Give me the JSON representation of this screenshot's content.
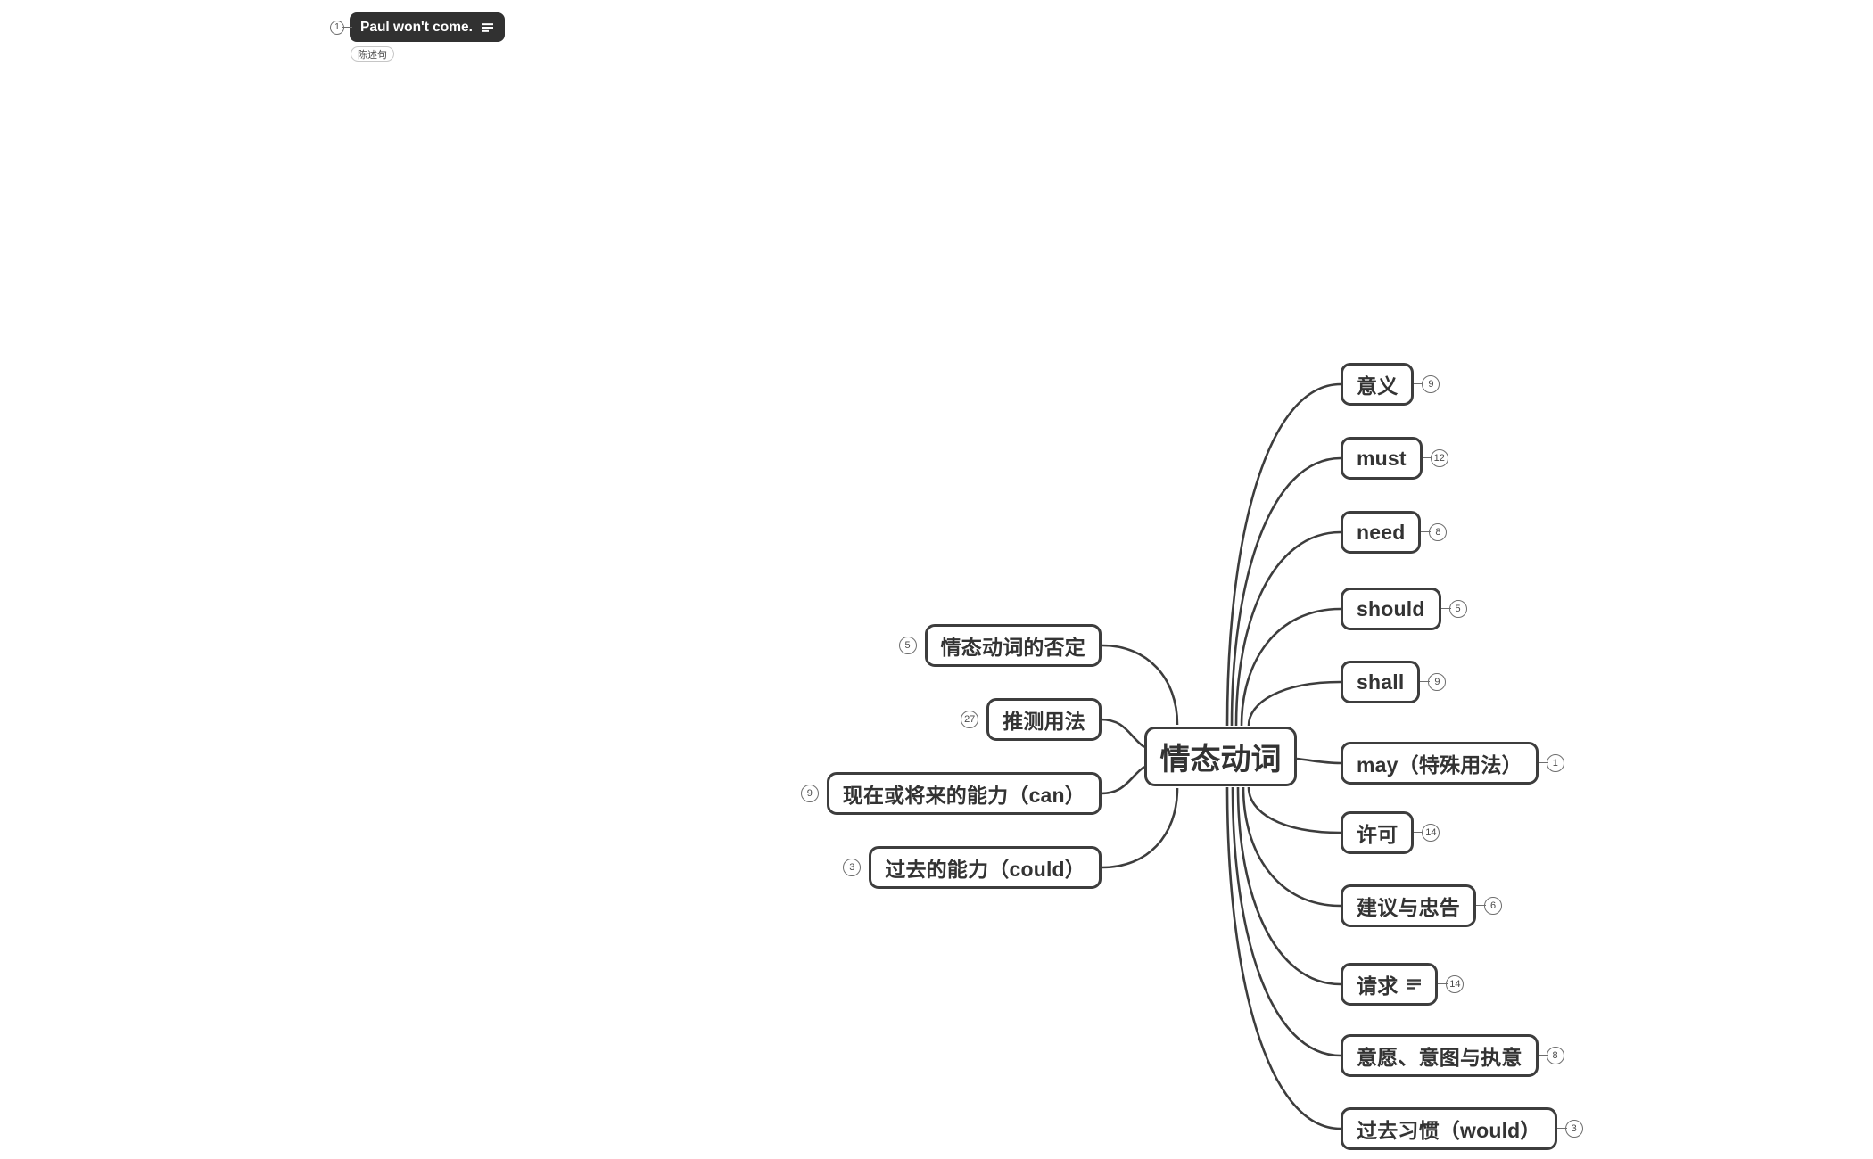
{
  "app": {
    "type": "mind-map-canvas",
    "background_color": "#ffffff",
    "line_color": "#3d3d3d",
    "badge_border_color": "#6e6e6e"
  },
  "floating_topic": {
    "label": "Paul won't come.",
    "badge": "1",
    "tag": "陈述句",
    "icon": "notes-icon",
    "bg_color": "#313131",
    "text_color": "#ffffff"
  },
  "central_topic": {
    "label": "情态动词"
  },
  "right_branches": [
    {
      "label": "意义",
      "badge": "9"
    },
    {
      "label": "must",
      "badge": "12"
    },
    {
      "label": "need",
      "badge": "8"
    },
    {
      "label": "should",
      "badge": "5"
    },
    {
      "label": "shall",
      "badge": "9"
    },
    {
      "label": "may（特殊用法）",
      "badge": "1"
    },
    {
      "label": "许可",
      "badge": "14"
    },
    {
      "label": "建议与忠告",
      "badge": "6"
    },
    {
      "label": "请求",
      "badge": "14",
      "icon": "notes-icon"
    },
    {
      "label": "意愿、意图与执意",
      "badge": "8"
    },
    {
      "label": "过去习惯（would）",
      "badge": "3"
    }
  ],
  "left_branches": [
    {
      "label": "情态动词的否定",
      "badge": "5"
    },
    {
      "label": "推测用法",
      "badge": "27"
    },
    {
      "label": "现在或将来的能力（can）",
      "badge": "9"
    },
    {
      "label": "过去的能力（could）",
      "badge": "3"
    }
  ]
}
